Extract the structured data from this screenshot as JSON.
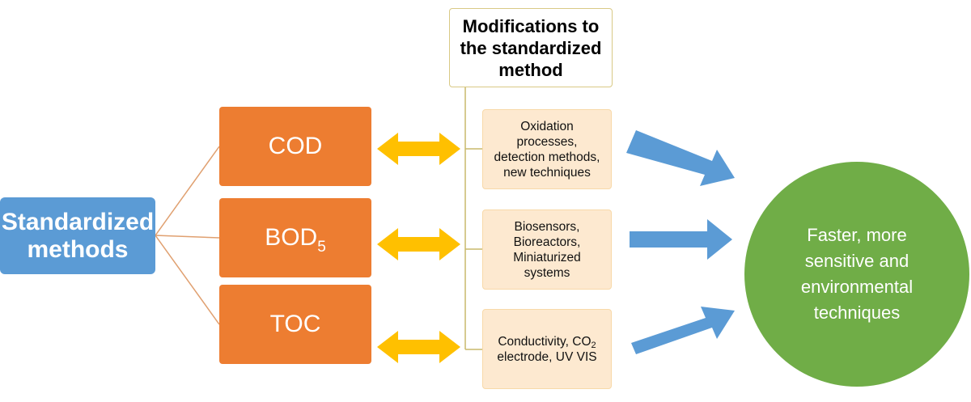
{
  "left_box": {
    "line1": "Standardized",
    "line2": "methods"
  },
  "methods": {
    "cod": "COD",
    "bod_base": "BOD",
    "bod_sub": "5",
    "toc": "TOC"
  },
  "modifications": {
    "title_line1": "Modifications to",
    "title_line2": "the standardized",
    "title_line3": "method",
    "box1": [
      "Oxidation",
      "processes,",
      "detection methods,",
      "new techniques"
    ],
    "box2": [
      "Biosensors,",
      "Bioreactors,",
      "Miniaturized",
      "systems"
    ],
    "box3_line1_base": "Conductivity, CO",
    "box3_line1_sub": "2",
    "box3_line2": "electrode, UV VIS"
  },
  "result": {
    "line1": "Faster, more",
    "line2": "sensitive and",
    "line3": "environmental",
    "line4": "techniques"
  },
  "colors": {
    "blue_box": "#5b9bd5",
    "orange_box": "#ed7d31",
    "yellow_arrow": "#ffc000",
    "blue_arrow": "#5b9bd5",
    "green_circle": "#70ad47",
    "peach_box": "#fde9d0",
    "connector_line": "#e0a070",
    "tree_line": "#c9b96b"
  },
  "icons": {
    "double_arrow": "double-headed-arrow-icon",
    "block_arrow": "block-arrow-right-icon"
  }
}
